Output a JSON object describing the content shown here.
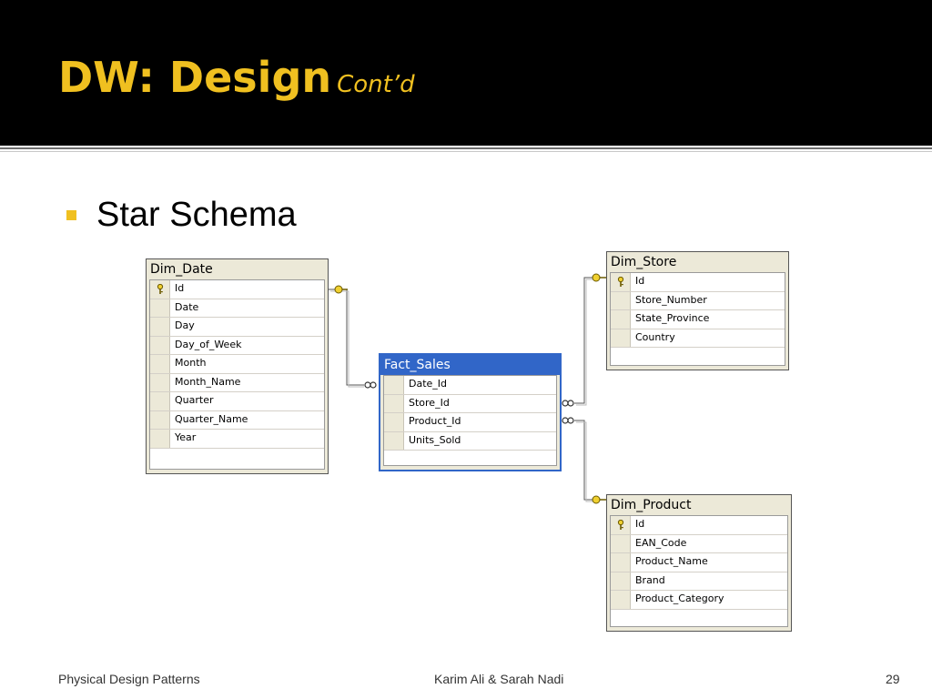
{
  "slide": {
    "title": "DW: Design",
    "subtitle": "Cont’d",
    "bullet": "Star Schema"
  },
  "colors": {
    "header_bg": "#000000",
    "title": "#f0c020",
    "fact_header": "#3166c8"
  },
  "tables": {
    "dim_date": {
      "name": "Dim_Date",
      "columns": [
        "Id",
        "Date",
        "Day",
        "Day_of_Week",
        "Month",
        "Month_Name",
        "Quarter",
        "Quarter_Name",
        "Year"
      ]
    },
    "fact_sales": {
      "name": "Fact_Sales",
      "columns": [
        "Date_Id",
        "Store_Id",
        "Product_Id",
        "Units_Sold"
      ]
    },
    "dim_store": {
      "name": "Dim_Store",
      "columns": [
        "Id",
        "Store_Number",
        "State_Province",
        "Country"
      ]
    },
    "dim_product": {
      "name": "Dim_Product",
      "columns": [
        "Id",
        "EAN_Code",
        "Product_Name",
        "Brand",
        "Product_Category"
      ]
    }
  },
  "footer": {
    "left": "Physical Design Patterns",
    "center": "Karim Ali & Sarah Nadi",
    "page": "29"
  }
}
